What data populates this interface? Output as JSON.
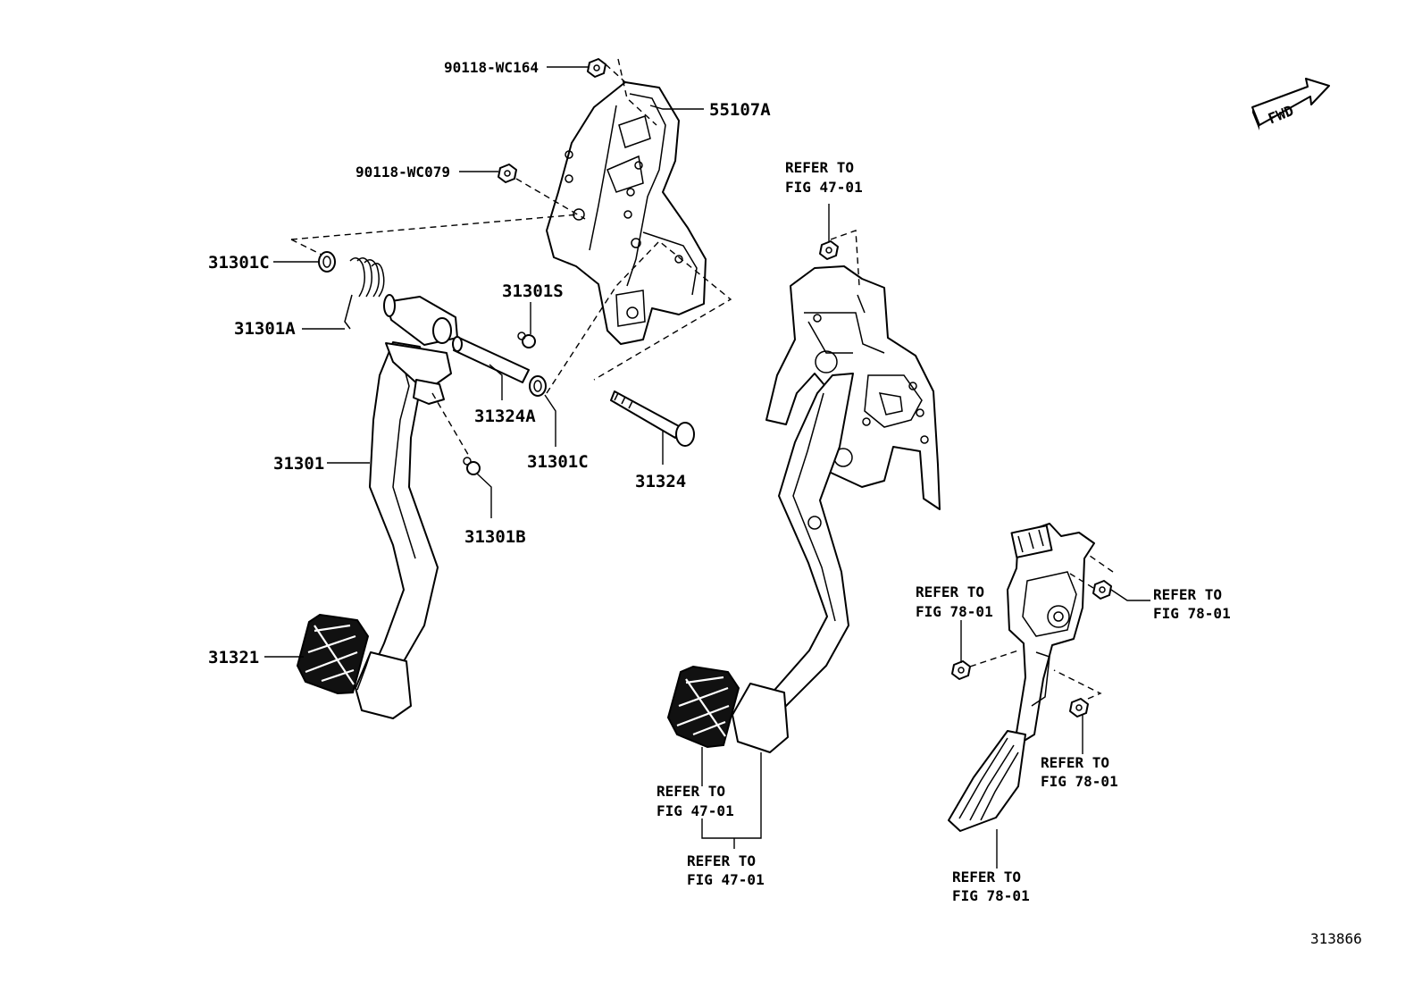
{
  "figure_number": "313866",
  "direction_marker": {
    "text": "FWD",
    "icon": "fwd-arrow-icon"
  },
  "part_labels": [
    {
      "id": "p-90118-wc164",
      "text": "90118-WC164"
    },
    {
      "id": "p-55107a",
      "text": "55107A"
    },
    {
      "id": "p-90118-wc079",
      "text": "90118-WC079"
    },
    {
      "id": "p-31301c-top",
      "text": "31301C"
    },
    {
      "id": "p-31301a",
      "text": "31301A"
    },
    {
      "id": "p-31301s",
      "text": "31301S"
    },
    {
      "id": "p-31324a",
      "text": "31324A"
    },
    {
      "id": "p-31301c-bottom",
      "text": "31301C"
    },
    {
      "id": "p-31301",
      "text": "31301"
    },
    {
      "id": "p-31324",
      "text": "31324"
    },
    {
      "id": "p-31301b",
      "text": "31301B"
    },
    {
      "id": "p-31321",
      "text": "31321"
    }
  ],
  "references": [
    {
      "id": "ref-brake-bracket",
      "line1": "REFER TO",
      "line2": "FIG 47-01"
    },
    {
      "id": "ref-brake-pad",
      "line1": "REFER TO",
      "line2": "FIG 47-01"
    },
    {
      "id": "ref-brake-pedal",
      "line1": "REFER TO",
      "line2": "FIG 47-01"
    },
    {
      "id": "ref-accel-left-nut",
      "line1": "REFER TO",
      "line2": "FIG 78-01"
    },
    {
      "id": "ref-accel-right-nut",
      "line1": "REFER TO",
      "line2": "FIG 78-01"
    },
    {
      "id": "ref-accel-lower-nut",
      "line1": "REFER TO",
      "line2": "FIG 78-01"
    },
    {
      "id": "ref-accel-pedal",
      "line1": "REFER TO",
      "line2": "FIG 78-01"
    }
  ]
}
